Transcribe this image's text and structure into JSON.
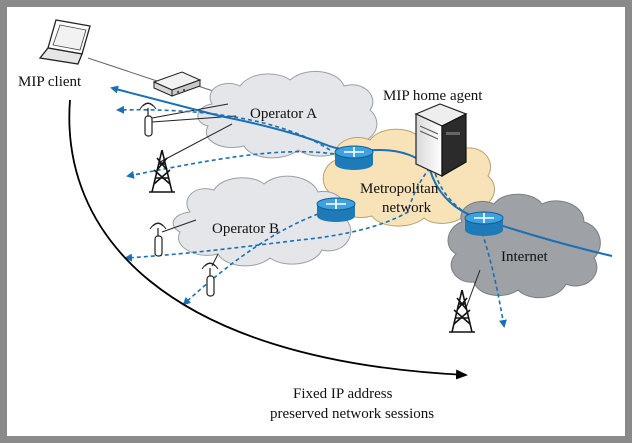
{
  "labels": {
    "mip_client": "MIP client",
    "mip_home_agent": "MIP home agent",
    "operator_a": "Operator A",
    "operator_b": "Operator B",
    "metropolitan_line1": "Metropolitan",
    "metropolitan_line2": "network",
    "internet": "Internet",
    "caption_line1": "Fixed IP address",
    "caption_line2": "preserved network sessions"
  },
  "colors": {
    "frame": "#8a8a8a",
    "cloud_gray": "#e4e6e9",
    "cloud_metro": "#f8e3b8",
    "cloud_internet": "#9ea1a5",
    "route_blue": "#1b6fb5",
    "router_blue": "#2d8fd0",
    "text": "#111111"
  },
  "icons": [
    "laptop-icon",
    "modem-icon",
    "server-icon",
    "router-icon",
    "cell-tower-icon",
    "wifi-access-point-icon"
  ]
}
